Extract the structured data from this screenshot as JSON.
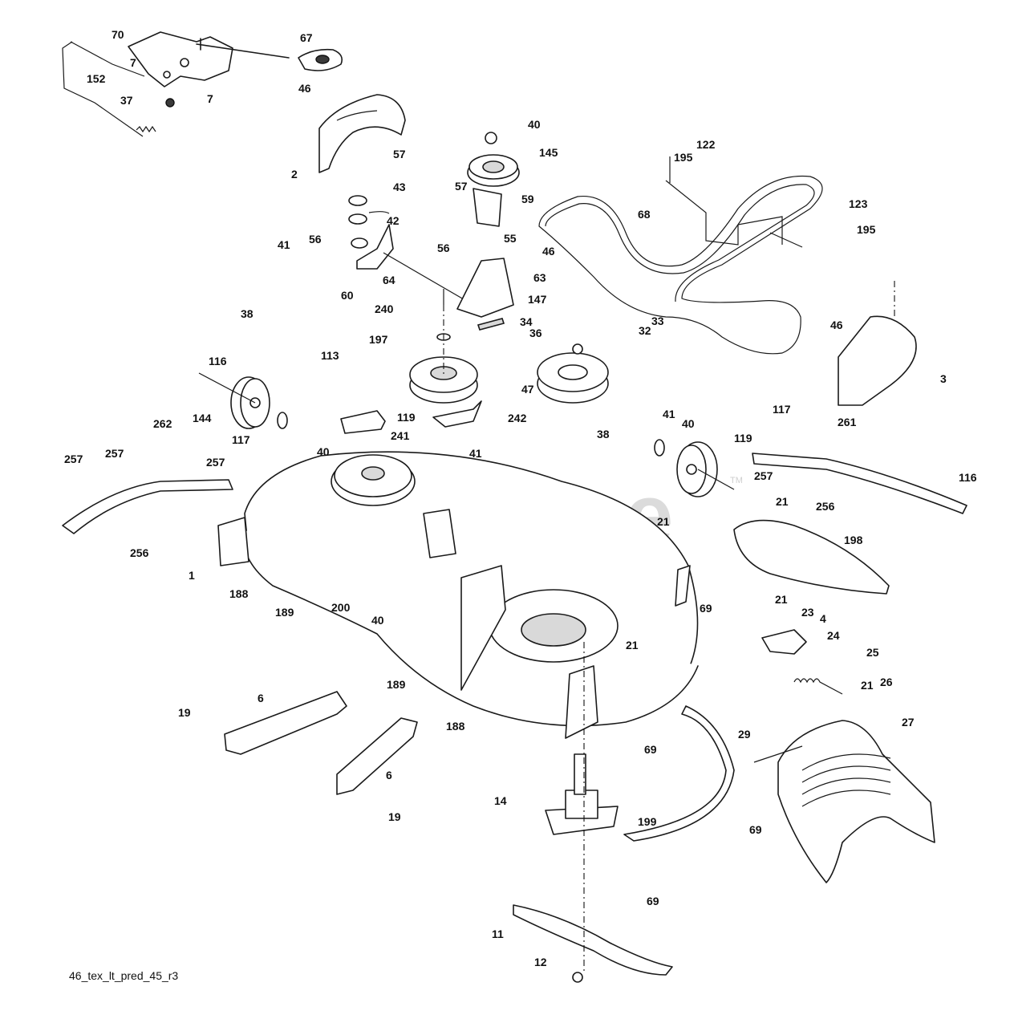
{
  "diagram": {
    "watermark": "PartsTree",
    "trademark": "TM",
    "drawing_code": "46_tex_lt_pred_45_r3",
    "callouts": [
      "70",
      "67",
      "7",
      "152",
      "37",
      "7",
      "46",
      "2",
      "57",
      "43",
      "42",
      "40",
      "145",
      "195",
      "122",
      "57",
      "59",
      "68",
      "123",
      "195",
      "41",
      "56",
      "56",
      "55",
      "46",
      "63",
      "38",
      "60",
      "64",
      "147",
      "240",
      "34",
      "33",
      "197",
      "36",
      "32",
      "46",
      "3",
      "116",
      "113",
      "47",
      "144",
      "117",
      "119",
      "40",
      "241",
      "242",
      "41",
      "38",
      "41",
      "40",
      "119",
      "117",
      "261",
      "257",
      "116",
      "257",
      "257",
      "262",
      "257",
      "256",
      "21",
      "21",
      "198",
      "256",
      "1",
      "188",
      "189",
      "200",
      "40",
      "21",
      "69",
      "21",
      "23",
      "4",
      "189",
      "188",
      "24",
      "25",
      "21",
      "19",
      "6",
      "26",
      "27",
      "6",
      "29",
      "69",
      "14",
      "199",
      "19",
      "69",
      "69",
      "11",
      "12"
    ]
  }
}
